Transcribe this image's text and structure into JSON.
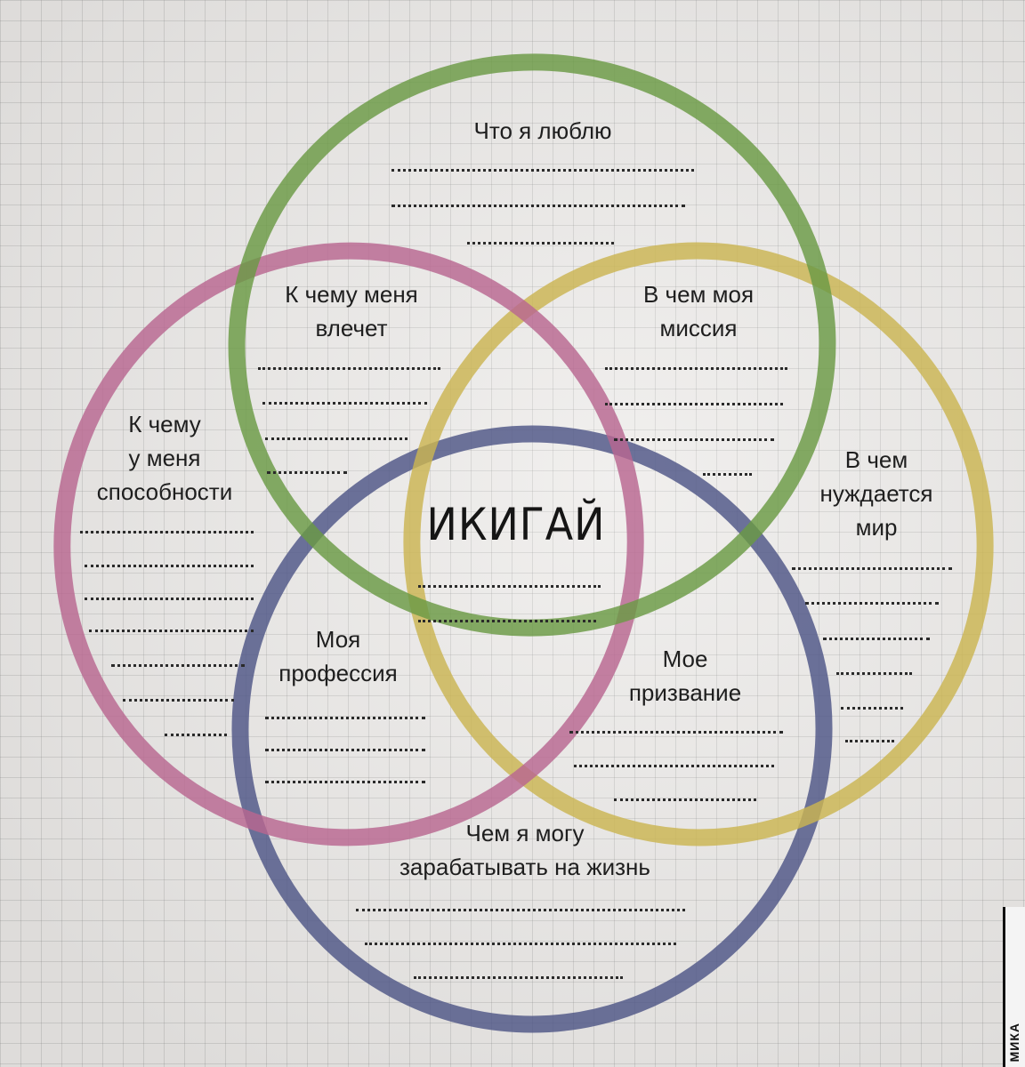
{
  "diagram": {
    "center_title": "ИКИГАЙ",
    "circles": [
      {
        "name": "love",
        "color": "#6a9a44"
      },
      {
        "name": "skills",
        "color": "#b86690"
      },
      {
        "name": "world",
        "color": "#cbb552"
      },
      {
        "name": "earn",
        "color": "#4e5586"
      }
    ],
    "labels": {
      "love": "Что я люблю",
      "passion": "К чему меня\nвлечет",
      "mission": "В чем моя\nмиссия",
      "skills": "К чему\nу меня\nспособности",
      "world": "В чем\nнуждается\nмир",
      "profession": "Моя\nпрофессия",
      "vocation": "Мое\nпризвание",
      "earn": "Чем я могу\nзарабатывать на жизнь"
    }
  },
  "spine": {
    "text": "МИКА"
  }
}
